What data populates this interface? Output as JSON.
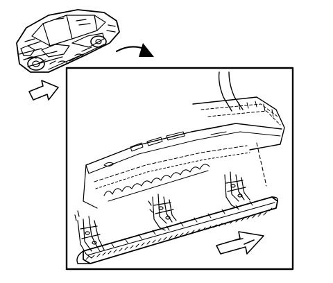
{
  "figure": {
    "type": "automotive service illustration",
    "locator_view": "vehicle-overview-icon",
    "detail_view": "rear-step-bumper-mounting-detail",
    "arrows": [
      "curved-arrow-to-detail",
      "open-arrow-left",
      "open-arrow-right"
    ],
    "colors": {
      "ink": "#000000",
      "paper": "#ffffff"
    }
  }
}
